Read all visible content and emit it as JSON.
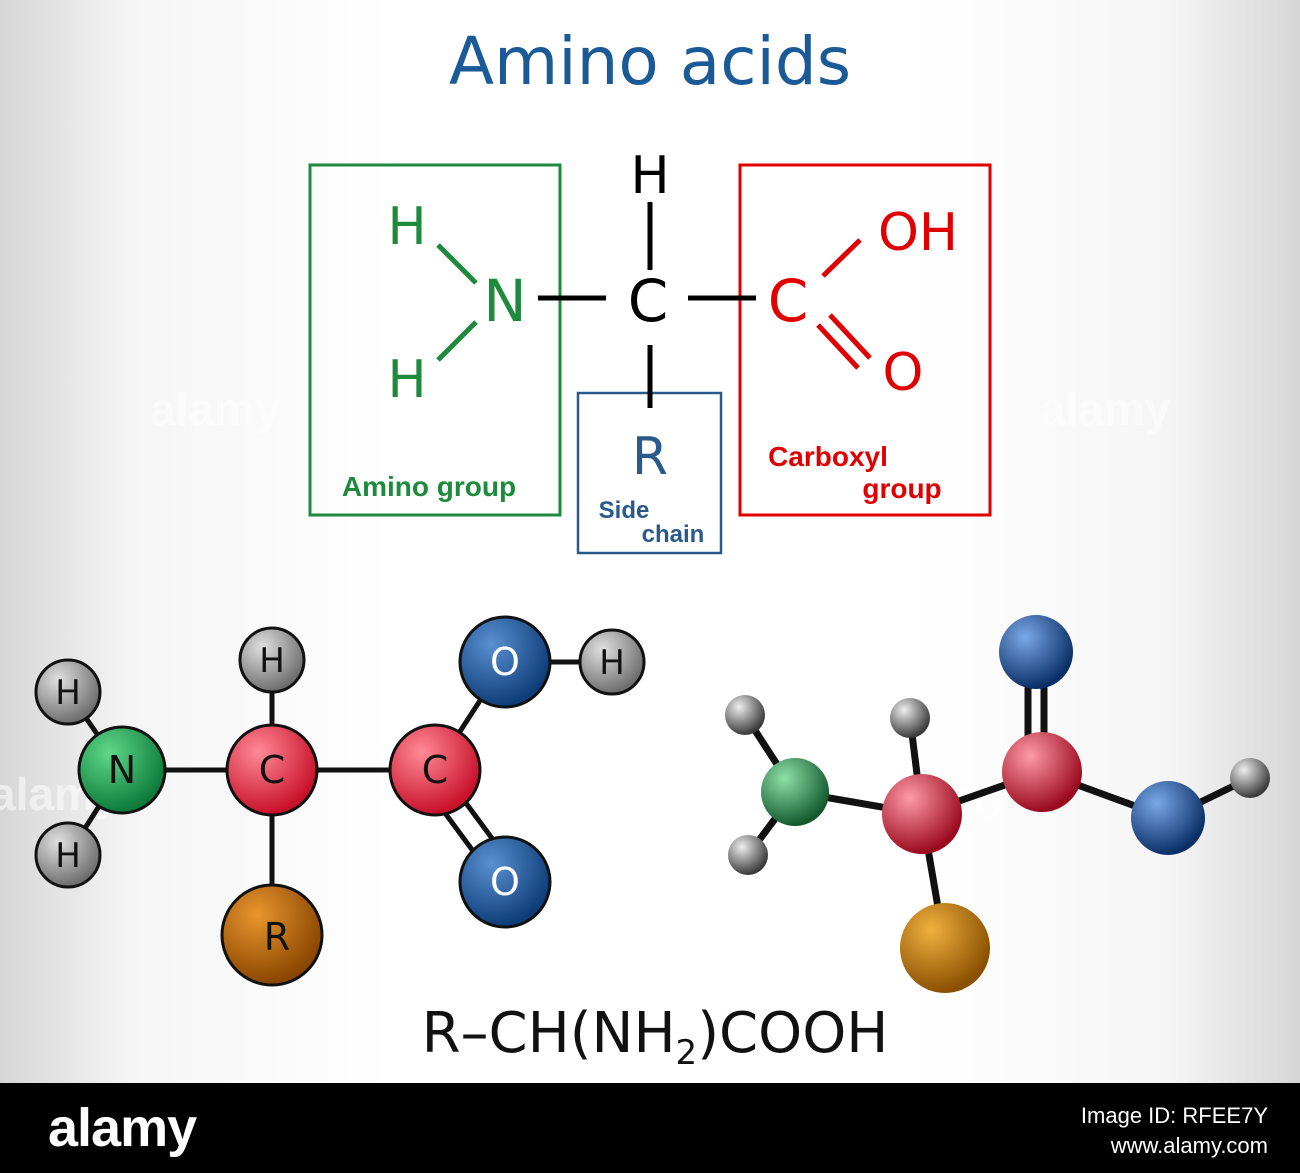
{
  "title": "Amino acids",
  "structural_formula": {
    "amine_h_top": "H",
    "amine_n": "N",
    "amine_h_bottom": "H",
    "alpha_h": "H",
    "alpha_c": "C",
    "side_r": "R",
    "carboxyl_c": "C",
    "carboxyl_oh": "OH",
    "carboxyl_o": "O"
  },
  "groups": {
    "amino_label": "Amino group",
    "side_label_line1": "Side",
    "side_label_line2": "chain",
    "carboxyl_label_line1": "Carboxyl",
    "carboxyl_label_line2": "group"
  },
  "ball_model": {
    "h1": "H",
    "h2": "H",
    "n": "N",
    "h_alpha": "H",
    "c_alpha": "C",
    "r": "R",
    "c_carboxyl": "C",
    "o_hydroxyl": "O",
    "h_hydroxyl": "H",
    "o_double": "O"
  },
  "formula": {
    "part1": "R–CH(NH",
    "subscript": "2",
    "part2": ")COOH"
  },
  "colors": {
    "title_blue": "#1a5a96",
    "amino_green": "#1e8a3c",
    "carboxyl_red": "#e00000",
    "side_blue": "#2a5a8a",
    "atom_h": "#8c8c8c",
    "atom_n": "#1aa050",
    "atom_c": "#e8283c",
    "atom_o": "#1a4f8c",
    "atom_r": "#b05a08"
  },
  "watermarks": [
    "alamy",
    "alamy",
    "alamy",
    "alamy",
    "alamy"
  ],
  "footer": {
    "logo": "alamy",
    "image_id": "Image ID: RFEE7Y",
    "url": "www.alamy.com"
  }
}
